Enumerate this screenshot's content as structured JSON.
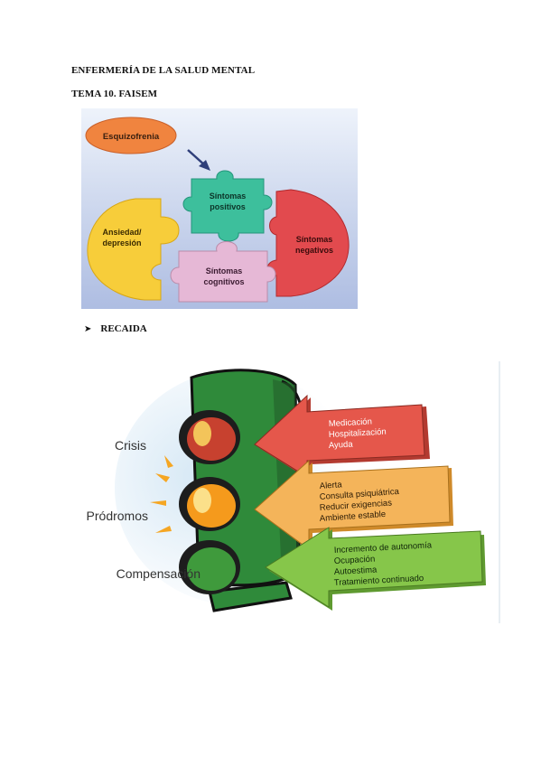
{
  "header": {
    "line1": "ENFERMERÍA DE LA SALUD MENTAL",
    "line2": "TEMA 10. FAISEM"
  },
  "puzzle": {
    "esquizofrenia": "Esquizofrenia",
    "positivos": [
      "Síntomas",
      "positivos"
    ],
    "ansiedad": [
      "Ansiedad/",
      "depresión"
    ],
    "negativos": [
      "Síntomas",
      "negativos"
    ],
    "cognitivos": [
      "Síntomas",
      "cognitivos"
    ],
    "colors": {
      "esquizofrenia": "#f0843f",
      "positivos": "#3dbf9c",
      "ansiedad": "#f7cd3a",
      "negativos": "#e24a4e",
      "cognitivos": "#e6b8d6"
    }
  },
  "section": {
    "bullet": "➤",
    "title": "RECAIDA"
  },
  "traffic": {
    "labels": {
      "crisis": "Crisis",
      "prodromos": "Pródromos",
      "compensacion": "Compensación"
    },
    "red_arrow": [
      "Medicación",
      "Hospitalización",
      "Ayuda"
    ],
    "orange_arrow": [
      "Alerta",
      "Consulta psiquiátrica",
      "Reducir exigencias",
      "Ambiente estable"
    ],
    "green_arrow": [
      "Incremento de autonomía",
      "Ocupación",
      "Autoestima",
      "Tratamiento continuado"
    ],
    "colors": {
      "red": "#e5574b",
      "orange": "#f4b45a",
      "green": "#86c64a",
      "body": "#2f8a3a"
    }
  }
}
